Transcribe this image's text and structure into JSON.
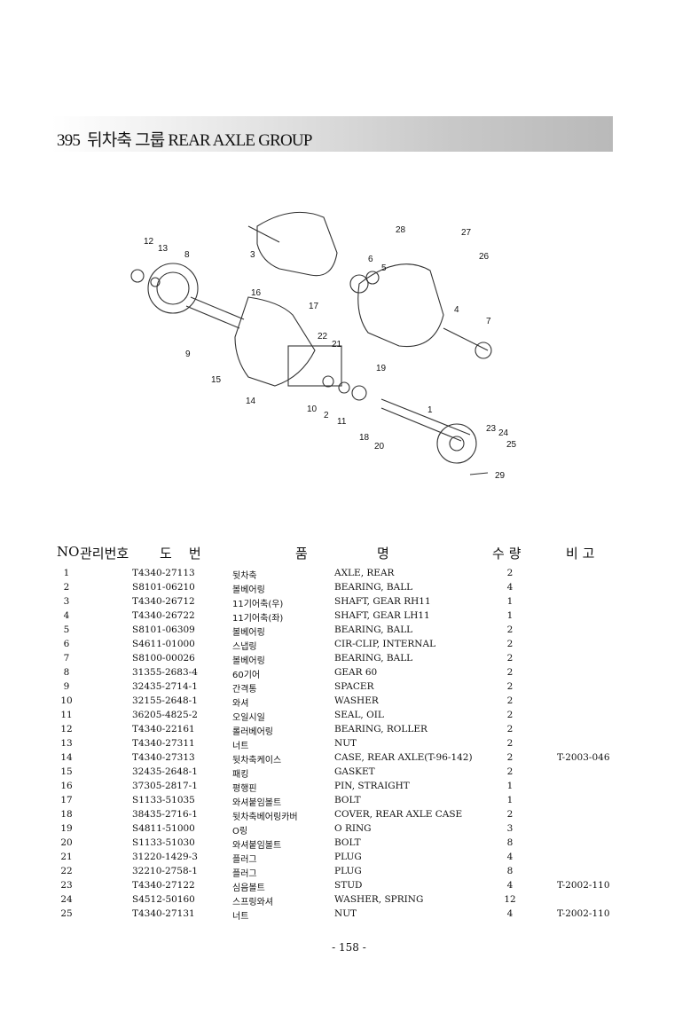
{
  "header": {
    "number": "395",
    "title": "뒤차축 그룹 REAR AXLE GROUP"
  },
  "diagram": {
    "callouts": [
      "12",
      "13",
      "8",
      "3",
      "28",
      "27",
      "26",
      "6",
      "5",
      "16",
      "17",
      "22",
      "21",
      "9",
      "4",
      "7",
      "15",
      "19",
      "14",
      "10",
      "2",
      "11",
      "1",
      "18",
      "20",
      "23",
      "24",
      "25",
      "29"
    ]
  },
  "columns": {
    "no": "NO",
    "mgmt": "관리번호",
    "drawing": "도    번",
    "name_a": "품",
    "name_b": "명",
    "qty": "수 량",
    "remark": "비 고"
  },
  "rows": [
    {
      "no": "1",
      "part": "T4340-27113",
      "kr": "뒷차축",
      "en": "AXLE, REAR",
      "qty": "2",
      "remark": ""
    },
    {
      "no": "2",
      "part": "S8101-06210",
      "kr": "볼베어링",
      "en": "BEARING, BALL",
      "qty": "4",
      "remark": ""
    },
    {
      "no": "3",
      "part": "T4340-26712",
      "kr": "11기어축(우)",
      "en": "SHAFT, GEAR RH11",
      "qty": "1",
      "remark": ""
    },
    {
      "no": "4",
      "part": "T4340-26722",
      "kr": "11기어축(좌)",
      "en": "SHAFT, GEAR LH11",
      "qty": "1",
      "remark": ""
    },
    {
      "no": "5",
      "part": "S8101-06309",
      "kr": "볼베어링",
      "en": "BEARING, BALL",
      "qty": "2",
      "remark": ""
    },
    {
      "no": "6",
      "part": "S4611-01000",
      "kr": "스냅링",
      "en": "CIR-CLIP, INTERNAL",
      "qty": "2",
      "remark": ""
    },
    {
      "no": "7",
      "part": "S8100-00026",
      "kr": "볼베어링",
      "en": "BEARING, BALL",
      "qty": "2",
      "remark": ""
    },
    {
      "no": "8",
      "part": "31355-2683-4",
      "kr": "60기어",
      "en": "GEAR 60",
      "qty": "2",
      "remark": ""
    },
    {
      "no": "9",
      "part": "32435-2714-1",
      "kr": "간격통",
      "en": "SPACER",
      "qty": "2",
      "remark": ""
    },
    {
      "no": "10",
      "part": "32155-2648-1",
      "kr": "와셔",
      "en": "WASHER",
      "qty": "2",
      "remark": ""
    },
    {
      "no": "11",
      "part": "36205-4825-2",
      "kr": "오일시일",
      "en": "SEAL, OIL",
      "qty": "2",
      "remark": ""
    },
    {
      "no": "12",
      "part": "T4340-22161",
      "kr": "롤러베어링",
      "en": "BEARING, ROLLER",
      "qty": "2",
      "remark": ""
    },
    {
      "no": "13",
      "part": "T4340-27311",
      "kr": "너트",
      "en": "NUT",
      "qty": "2",
      "remark": ""
    },
    {
      "no": "14",
      "part": "T4340-27313",
      "kr": "뒷차축케이스",
      "en": "CASE, REAR AXLE(T-96-142)",
      "qty": "2",
      "remark": "T-2003-046"
    },
    {
      "no": "15",
      "part": "32435-2648-1",
      "kr": "패킹",
      "en": "GASKET",
      "qty": "2",
      "remark": ""
    },
    {
      "no": "16",
      "part": "37305-2817-1",
      "kr": "평행핀",
      "en": "PIN, STRAIGHT",
      "qty": "1",
      "remark": ""
    },
    {
      "no": "17",
      "part": "S1133-51035",
      "kr": "와셔붙임볼트",
      "en": "BOLT",
      "qty": "1",
      "remark": ""
    },
    {
      "no": "18",
      "part": "38435-2716-1",
      "kr": "뒷차축베어링카버",
      "en": "COVER, REAR AXLE CASE",
      "qty": "2",
      "remark": ""
    },
    {
      "no": "19",
      "part": "S4811-51000",
      "kr": "O링",
      "en": "O RING",
      "qty": "3",
      "remark": ""
    },
    {
      "no": "20",
      "part": "S1133-51030",
      "kr": "와셔붙임볼트",
      "en": "BOLT",
      "qty": "8",
      "remark": ""
    },
    {
      "no": "21",
      "part": "31220-1429-3",
      "kr": "플러그",
      "en": "PLUG",
      "qty": "4",
      "remark": ""
    },
    {
      "no": "22",
      "part": "32210-2758-1",
      "kr": "플러그",
      "en": "PLUG",
      "qty": "8",
      "remark": ""
    },
    {
      "no": "23",
      "part": "T4340-27122",
      "kr": "심음볼트",
      "en": "STUD",
      "qty": "4",
      "remark": "T-2002-110"
    },
    {
      "no": "24",
      "part": "S4512-50160",
      "kr": "스프링와셔",
      "en": "WASHER, SPRING",
      "qty": "12",
      "remark": ""
    },
    {
      "no": "25",
      "part": "T4340-27131",
      "kr": "너트",
      "en": "NUT",
      "qty": "4",
      "remark": "T-2002-110"
    }
  ],
  "footer": {
    "page": "- 158 -"
  }
}
